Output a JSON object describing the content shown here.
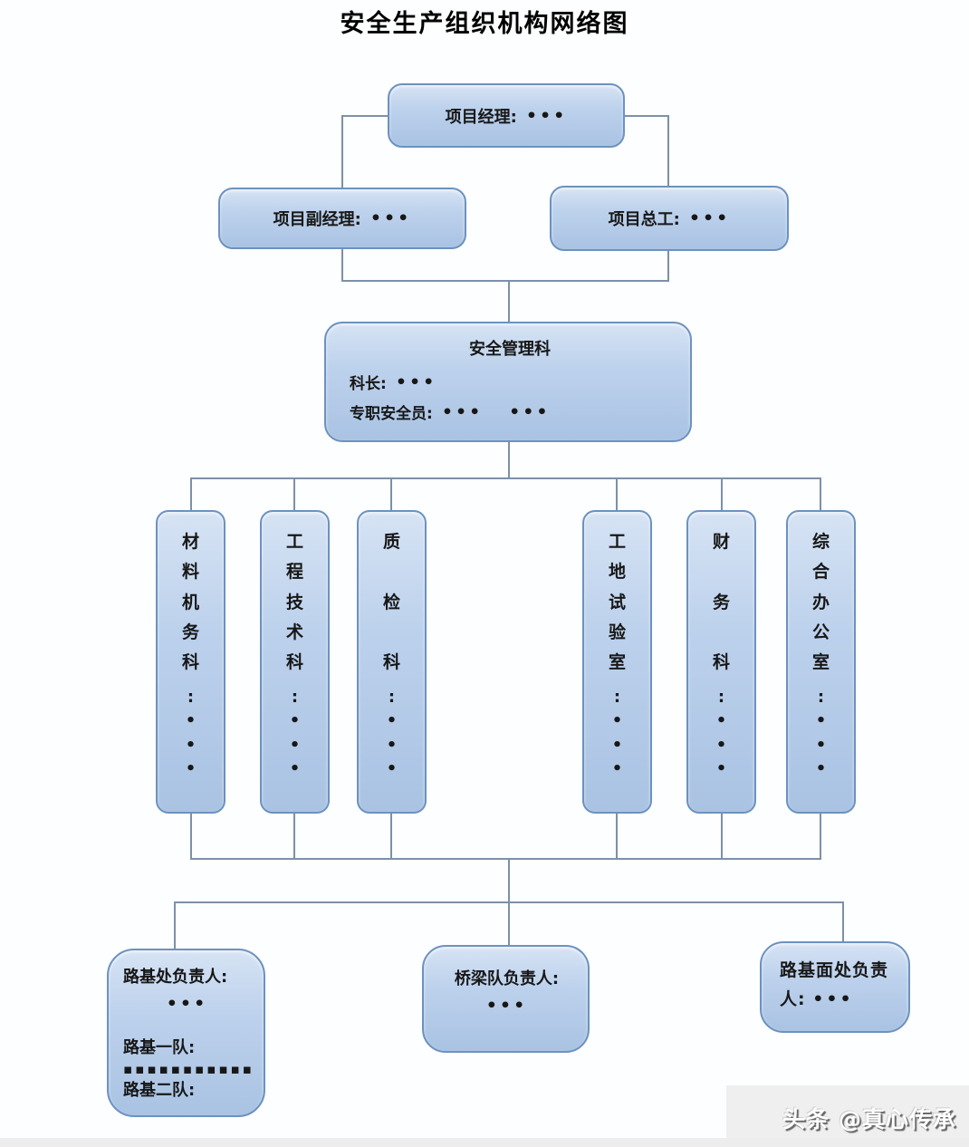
{
  "title": "安全生产组织机构网络图",
  "watermark": "头条 @真心传承",
  "colors": {
    "box_fill_top": "#d6e3f4",
    "box_fill_bottom": "#aac3e3",
    "box_border": "#6c92bf",
    "connector_line": "#7e90a8",
    "text": "#171717",
    "watermark_bg": "#efefef"
  },
  "nodes": {
    "project_manager": {
      "label": "项目经理:",
      "dots": "•••"
    },
    "deputy_manager": {
      "label": "项目副经理:",
      "dots": "•••"
    },
    "chief_engineer": {
      "label": "项目总工:",
      "dots": "•••"
    },
    "safety_dept": {
      "title": "安全管理科",
      "chief": {
        "label": "科长:",
        "dots": "•••"
      },
      "officers": {
        "label": "专职安全员:",
        "dots": "•••   •••"
      }
    },
    "sections": [
      {
        "name": "材料机务科",
        "suffix": ":•••"
      },
      {
        "name": "工程技术科",
        "suffix": ":•••"
      },
      {
        "name": "质检科",
        "suffix": ":•••"
      },
      {
        "name": "工地试验室",
        "suffix": ":•••"
      },
      {
        "name": "财务科",
        "suffix": ":•••"
      },
      {
        "name": "综合办公室",
        "suffix": ":•••"
      }
    ],
    "teams": {
      "roadbed": {
        "head": "路基处负责人:",
        "head_dots": "•••",
        "team1": "路基一队:",
        "separator": "▪▪▪▪▪▪▪▪▪▪▪▪",
        "team2": "路基二队:"
      },
      "bridge": {
        "head": "桥梁队负责人:",
        "head_dots": "•••"
      },
      "surface": {
        "head": "路基面处负责人:",
        "head_dots": "•••"
      }
    }
  }
}
